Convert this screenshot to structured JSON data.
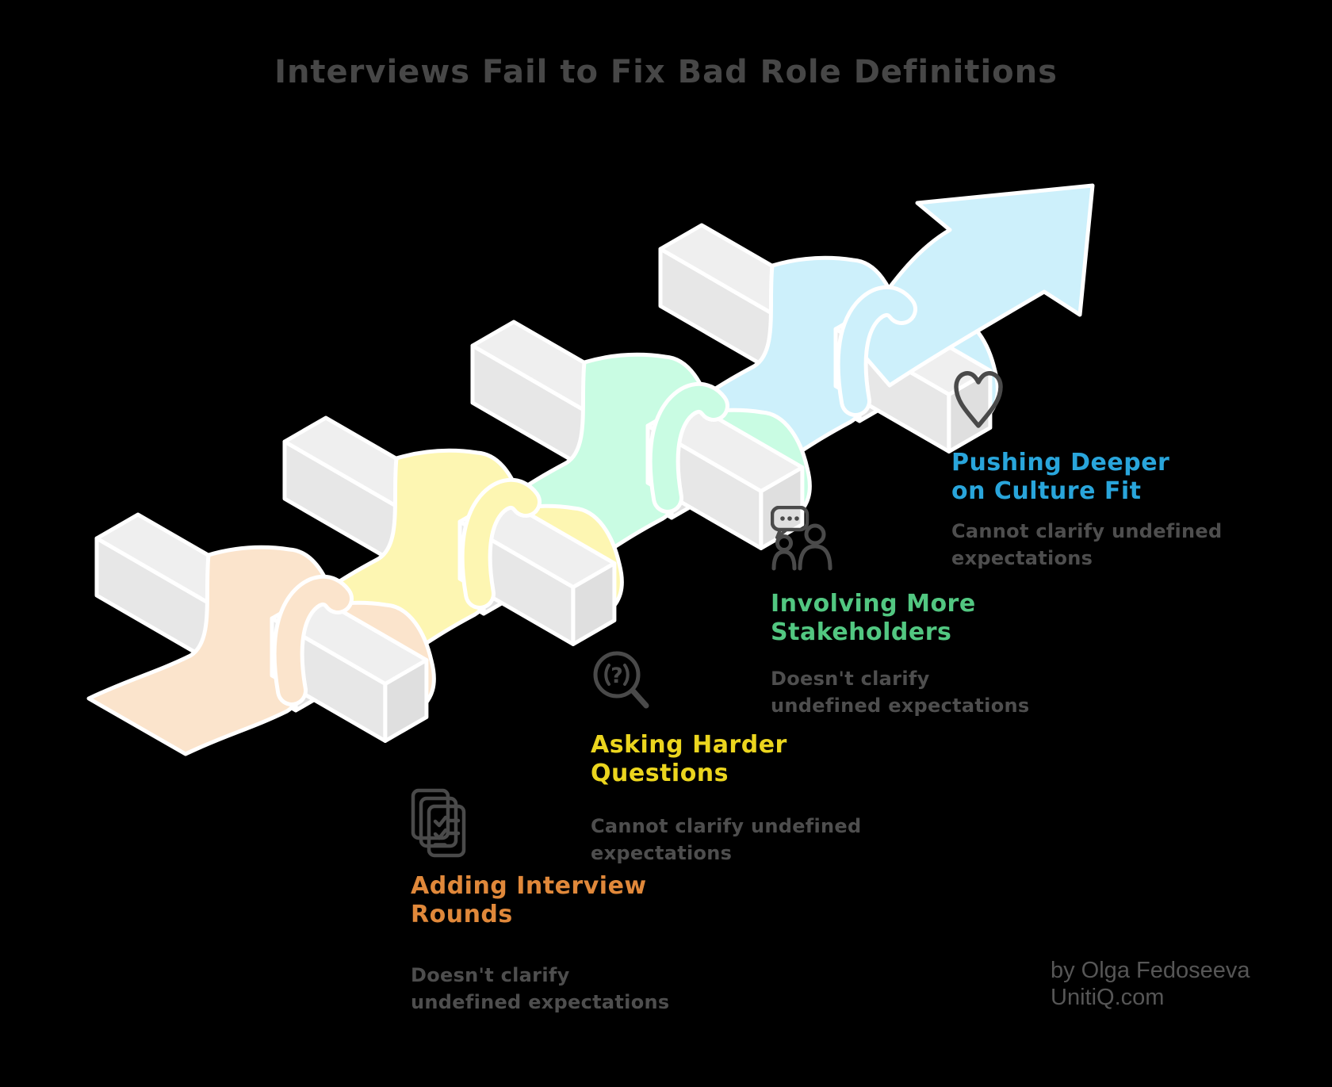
{
  "title": "Interviews Fail to Fix Bad Role Definitions",
  "steps": [
    {
      "label": "Adding Interview Rounds",
      "description": "Doesn't clarify undefined expectations",
      "color": "#E0883A",
      "ribbon_color": "#FBE4CC",
      "icon": "checklist-documents-icon"
    },
    {
      "label": "Asking Harder Questions",
      "description": "Cannot clarify undefined expectations",
      "color": "#EBD51E",
      "ribbon_color": "#FDF6B2",
      "icon": "question-magnifier-icon"
    },
    {
      "label": "Involving More Stakeholders",
      "description": "Doesn't clarify undefined expectations",
      "color": "#52C781",
      "ribbon_color": "#C9FCE3",
      "icon": "people-discussion-icon"
    },
    {
      "label": "Pushing Deeper on Culture Fit",
      "description": "Cannot clarify undefined expectations",
      "color": "#29A5DB",
      "ribbon_color": "#CDF0FB",
      "icon": "heart-icon"
    }
  ],
  "attribution": {
    "line1": "by Olga Fedoseeva",
    "line2": "UnitiQ.com"
  },
  "diagram": {
    "background": "#000000",
    "bar_top_color": "#EFEFEF",
    "bar_side_color": "#E7E7E7",
    "bar_end_color": "#DFDFDF",
    "outline_color": "#FFFFFF",
    "arrow_color": "#CDF0FB"
  }
}
